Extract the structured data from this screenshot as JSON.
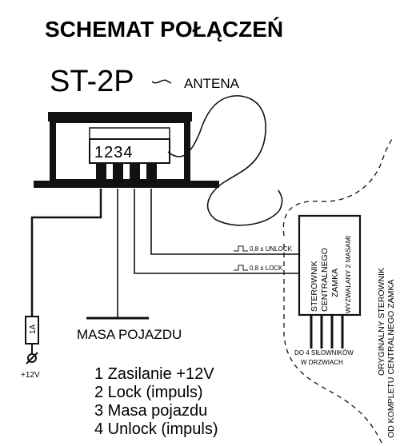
{
  "title": "SCHEMAT POŁĄCZEŃ",
  "model": "ST-2P",
  "antenna_label": "ANTENA",
  "pin_numbers": "1234",
  "ground_label": "MASA POJAZDU",
  "fuse_label": "1A",
  "power_label": "+12V",
  "signal_unlock": "0,8 s UNLOCK",
  "signal_lock": "0,8 s LOCK",
  "central_unit": {
    "line1": "STEROWNIK",
    "line2": "CENTRALNEGO",
    "line3": "ZAMKA",
    "line4": "WYZWALANY 2 MASAMI"
  },
  "actuators_line1": "DO 4 SIŁOWNIKÓW",
  "actuators_line2": "W DRZWIACH",
  "original_line1": "ORYGINALNY STEROWNIK",
  "original_line2": "OD KOMPLETU CENTRALNEGO ZAMKA",
  "legend": [
    "1 Zasilanie +12V",
    "2 Lock (impuls)",
    "3 Masa pojazdu",
    "4 Unlock (impuls)"
  ]
}
